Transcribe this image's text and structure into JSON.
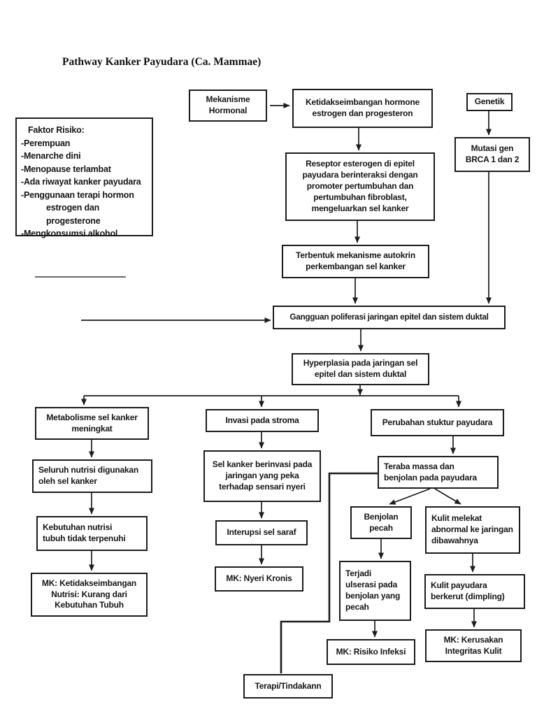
{
  "page": {
    "background": "#ffffff",
    "ink": "#1c1c1c"
  },
  "title": "Pathway Kanker Payudara (Ca. Mammae)",
  "risk_factors": {
    "heading": "Faktor Risiko:",
    "lines": [
      "-Perempuan",
      "-Menarche dini",
      "-Menopause terlambat",
      "-Ada riwayat kanker payudara",
      "-Penggunaan terapi hormon",
      "estrogen dan progesterone",
      "-Mengkonsumsi alkohol"
    ]
  },
  "nodes": {
    "mekanisme_hormonal": "Mekanisme\nHormonal",
    "ketidakseimbangan_hormone": "Ketidakseimbangan hormone\nestrogen dan progesteron",
    "genetik": "Genetik",
    "mutasi_gen": "Mutasi gen\nBRCA 1 dan 2",
    "reseptor_esterogen": "Reseptor esterogen di epitel\npayudara berinteraksi dengan\npromoter pertumbuhan dan\npertumbuhan fibroblast,\nmengeluarkan sel kanker",
    "autokrin": "Terbentuk mekanisme autokrin\nperkembangan sel kanker",
    "gangguan_poliferasi": "Gangguan poliferasi jaringan epitel dan sistem duktal",
    "hyperplasia": "Hyperplasia pada jaringan sel\nepitel dan sistem duktal",
    "metabolisme": "Metabolisme sel kanker\nmeningkat",
    "invasi_stroma": "Invasi pada stroma",
    "perubahan_struktur": "Perubahan stuktur payudara",
    "seluruh_nutrisi": "Seluruh nutrisi digunakan\noleh sel kanker",
    "sel_kanker_berinvasi": "Sel kanker berinvasi pada\njaringan yang peka\nterhadap sensari nyeri",
    "teraba_massa": "Teraba massa dan\nbenjolan pada payudara",
    "kebutuhan_nutrisi": "Kebutuhan nutrisi\ntubuh tidak terpenuhi",
    "interupsi_saraf": "Interupsi sel saraf",
    "benjolan_pecah": "Benjolan\npecah",
    "kulit_melekat": "Kulit melekat\nabnormal ke jaringan\ndibawahnya",
    "mk_nutrisi": "MK: Ketidakseimbangan\nNutrisi: Kurang dari\nKebutuhan Tubuh",
    "mk_nyeri_kronis": "MK: Nyeri Kronis",
    "terjadi_ulserasi": "Terjadi\nulserasi pada\nbenjolan yang\npecah",
    "kulit_berkerut": "Kulit payudara\nberkerut (dimpling)",
    "mk_risiko_infeksi": "MK: Risiko Infeksi",
    "mk_kerusakan_kulit": "MK: Kerusakan\nIntegritas Kulit",
    "terapi_tindakan": "Terapi/Tindakann"
  },
  "edges": [
    {
      "from": "mekanisme_hormonal",
      "to": "ketidakseimbangan_hormone"
    },
    {
      "from": "ketidakseimbangan_hormone",
      "to": "reseptor_esterogen"
    },
    {
      "from": "genetik",
      "to": "mutasi_gen"
    },
    {
      "from": "mutasi_gen",
      "to": "gangguan_poliferasi"
    },
    {
      "from": "reseptor_esterogen",
      "to": "autokrin"
    },
    {
      "from": "autokrin",
      "to": "gangguan_poliferasi"
    },
    {
      "from": "left_area",
      "to": "gangguan_poliferasi"
    },
    {
      "from": "gangguan_poliferasi",
      "to": "hyperplasia"
    },
    {
      "from": "hyperplasia",
      "to": "metabolisme"
    },
    {
      "from": "hyperplasia",
      "to": "invasi_stroma"
    },
    {
      "from": "hyperplasia",
      "to": "perubahan_struktur"
    },
    {
      "from": "metabolisme",
      "to": "seluruh_nutrisi"
    },
    {
      "from": "seluruh_nutrisi",
      "to": "kebutuhan_nutrisi"
    },
    {
      "from": "kebutuhan_nutrisi",
      "to": "mk_nutrisi"
    },
    {
      "from": "invasi_stroma",
      "to": "sel_kanker_berinvasi"
    },
    {
      "from": "sel_kanker_berinvasi",
      "to": "interupsi_saraf"
    },
    {
      "from": "interupsi_saraf",
      "to": "mk_nyeri_kronis"
    },
    {
      "from": "perubahan_struktur",
      "to": "teraba_massa"
    },
    {
      "from": "teraba_massa",
      "to": "benjolan_pecah"
    },
    {
      "from": "teraba_massa",
      "to": "kulit_melekat"
    },
    {
      "from": "benjolan_pecah",
      "to": "terjadi_ulserasi"
    },
    {
      "from": "terjadi_ulserasi",
      "to": "mk_risiko_infeksi"
    },
    {
      "from": "kulit_melekat",
      "to": "kulit_berkerut"
    },
    {
      "from": "kulit_berkerut",
      "to": "mk_kerusakan_kulit"
    },
    {
      "from": "teraba_massa",
      "to": "terapi_tindakan"
    }
  ]
}
